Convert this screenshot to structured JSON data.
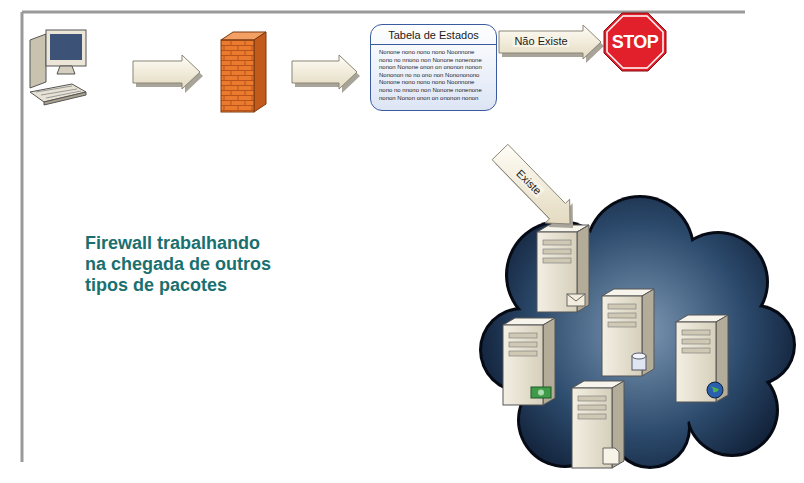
{
  "diagram": {
    "title": "Firewall trabalhando na chegada de outros tipos de pacotes",
    "nodes": [
      {
        "text": [
          "Tabela de Estados",
          "Nonone nono nono nono Noonnone nono no nnono non Nonone nonenone nonon Nonone onon on ononon nonon Nononon no no ono non Nonononono Nonone nono nono nono Noonnone nono no nnono non Nonone nonenone nonon Nonon onon on ononon nonon"
        ]
      },
      {
        "text": [
          "STOP"
        ]
      }
    ],
    "edges": [
      {
        "from": 0,
        "to": 1,
        "label": "Não Existe",
        "arrow": "to"
      }
    ],
    "labels": [
      "Existe"
    ]
  }
}
